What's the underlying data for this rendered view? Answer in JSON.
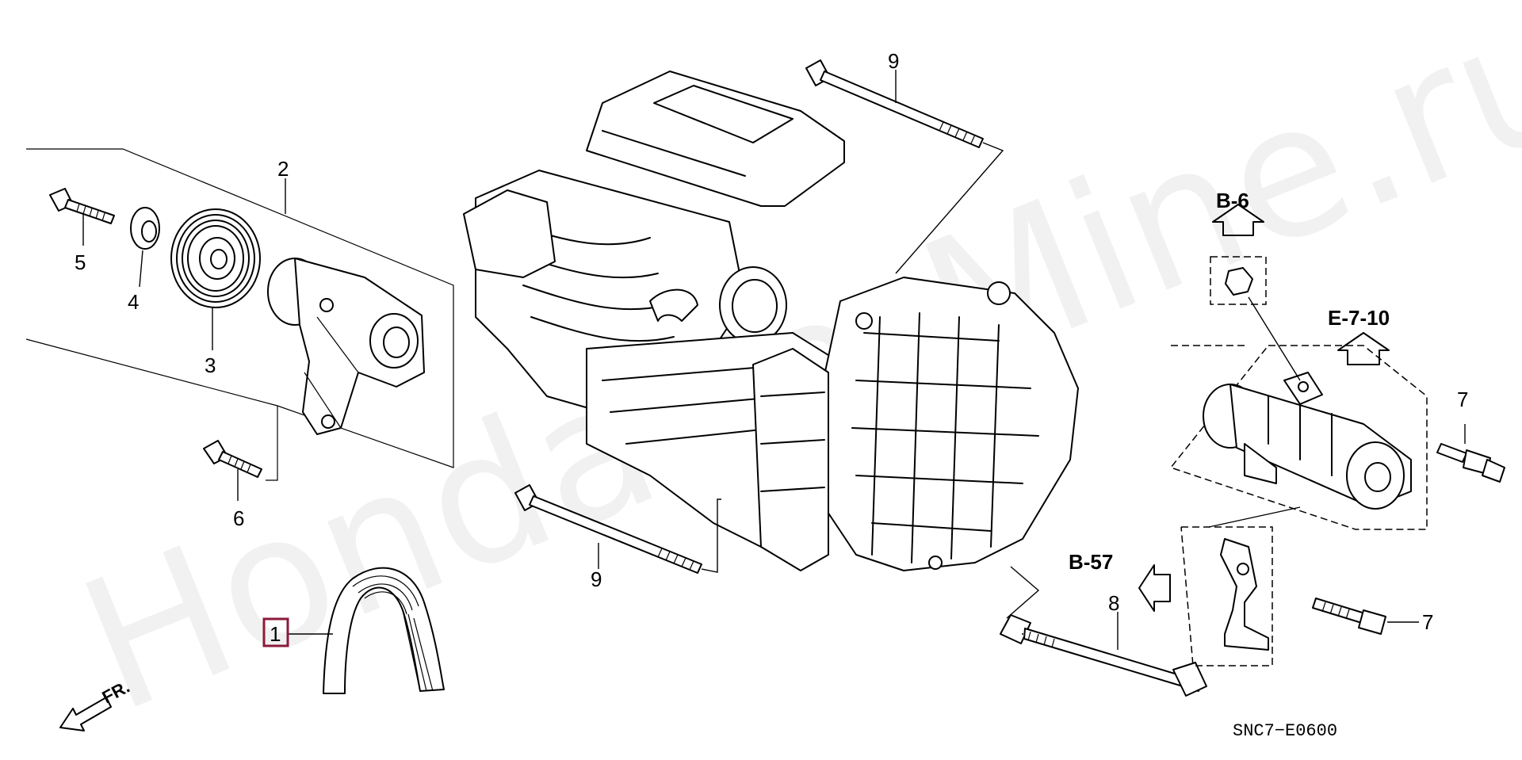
{
  "diagram": {
    "watermark": "HondaCarMine.ru",
    "diagram_code": "SNC7−E0600",
    "direction_label": "FR.",
    "part_numbers": {
      "p1": "1",
      "p2": "2",
      "p3": "3",
      "p4": "4",
      "p5": "5",
      "p6": "6",
      "p7a": "7",
      "p7b": "7",
      "p8": "8",
      "p9a": "9",
      "p9b": "9"
    },
    "references": {
      "b6": "B-6",
      "e710": "E-7-10",
      "b57": "B-57"
    },
    "highlight_color": "#8b1a3a"
  }
}
